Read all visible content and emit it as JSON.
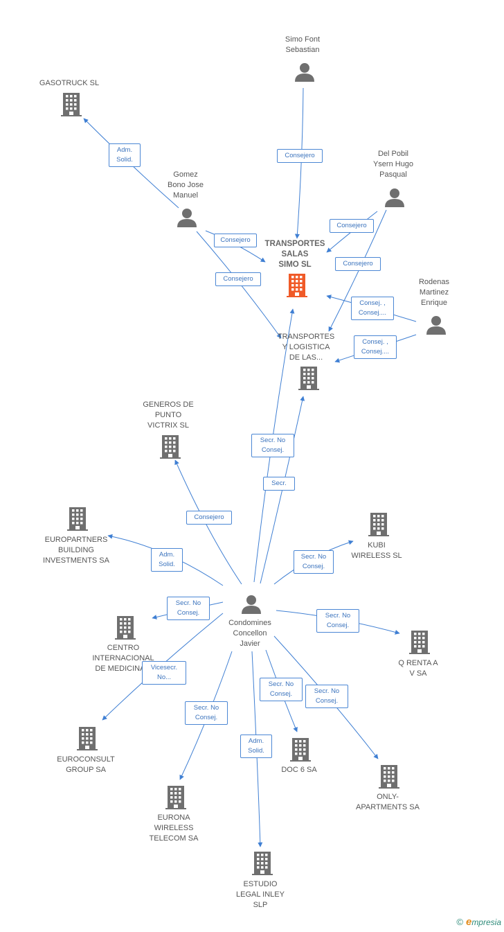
{
  "nodes": [
    {
      "id": "transportes-salas",
      "kind": "company",
      "main": true,
      "label": "TRANSPORTES\nSALAS\nSIMO SL"
    },
    {
      "id": "simo-font",
      "kind": "person",
      "label": "Simo Font\nSebastian"
    },
    {
      "id": "gasotruck",
      "kind": "company",
      "label": "GASOTRUCK SL"
    },
    {
      "id": "gomez-bono",
      "kind": "person",
      "label": "Gomez\nBono Jose\nManuel"
    },
    {
      "id": "del-pobil",
      "kind": "person",
      "label": "Del Pobil\nYsern Hugo\nPasqual"
    },
    {
      "id": "rodenas",
      "kind": "person",
      "label": "Rodenas\nMartinez\nEnrique"
    },
    {
      "id": "transportes-logistica",
      "kind": "company",
      "label": "TRANSPORTES\nY LOGISTICA\nDE LAS..."
    },
    {
      "id": "generos-punto",
      "kind": "company",
      "label": "GENEROS DE\nPUNTO\nVICTRIX SL"
    },
    {
      "id": "europartners",
      "kind": "company",
      "label": "EUROPARTNERS\nBUILDING\nINVESTMENTS SA"
    },
    {
      "id": "kubi",
      "kind": "company",
      "label": "KUBI\nWIRELESS SL"
    },
    {
      "id": "condomines",
      "kind": "person",
      "label": "Condomines\nConcellon\nJavier"
    },
    {
      "id": "centro",
      "kind": "company",
      "label": "CENTRO\nINTERNACIONAL\nDE MEDICINA..."
    },
    {
      "id": "qrenta",
      "kind": "company",
      "label": "Q RENTA A\nV SA"
    },
    {
      "id": "euroconsult",
      "kind": "company",
      "label": "EUROCONSULT\nGROUP SA"
    },
    {
      "id": "doc6",
      "kind": "company",
      "label": "DOC 6 SA"
    },
    {
      "id": "only",
      "kind": "company",
      "label": "ONLY-\nAPARTMENTS SA"
    },
    {
      "id": "eurona",
      "kind": "company",
      "label": "EURONA\nWIRELESS\nTELECOM SA"
    },
    {
      "id": "estudio",
      "kind": "company",
      "label": "ESTUDIO\nLEGAL INLEY\nSLP"
    }
  ],
  "edges": [
    {
      "id": "e1",
      "label": "Consejero"
    },
    {
      "id": "e2",
      "label": "Adm.\nSolid."
    },
    {
      "id": "e3",
      "label": "Consejero"
    },
    {
      "id": "e4",
      "label": "Consejero"
    },
    {
      "id": "e5",
      "label": "Consejero"
    },
    {
      "id": "e6",
      "label": "Consejero"
    },
    {
      "id": "e7",
      "label": "Consej. ,\nConsej...."
    },
    {
      "id": "e8",
      "label": "Consej. ,\nConsej...."
    },
    {
      "id": "e9",
      "label": "Secr. No\nConsej."
    },
    {
      "id": "e10",
      "label": "Secr."
    },
    {
      "id": "e11",
      "label": "Consejero"
    },
    {
      "id": "e12",
      "label": "Adm.\nSolid."
    },
    {
      "id": "e13",
      "label": "Secr. No\nConsej."
    },
    {
      "id": "e14",
      "label": "Secr. No\nConsej."
    },
    {
      "id": "e15",
      "label": "Secr. No\nConsej."
    },
    {
      "id": "e16",
      "label": "Vicesecr.\nNo..."
    },
    {
      "id": "e17",
      "label": "Secr. No\nConsej."
    },
    {
      "id": "e18",
      "label": "Secr. No\nConsej."
    },
    {
      "id": "e19",
      "label": "Secr. No\nConsej."
    },
    {
      "id": "e20",
      "label": "Adm.\nSolid."
    }
  ],
  "colors": {
    "edge": "#3f7fd3",
    "company": "#6f6f6f",
    "main_company": "#f05a28",
    "person": "#6f6f6f"
  },
  "brand": {
    "copyright": "©",
    "name_initial": "e",
    "name_rest": "mpresia"
  }
}
